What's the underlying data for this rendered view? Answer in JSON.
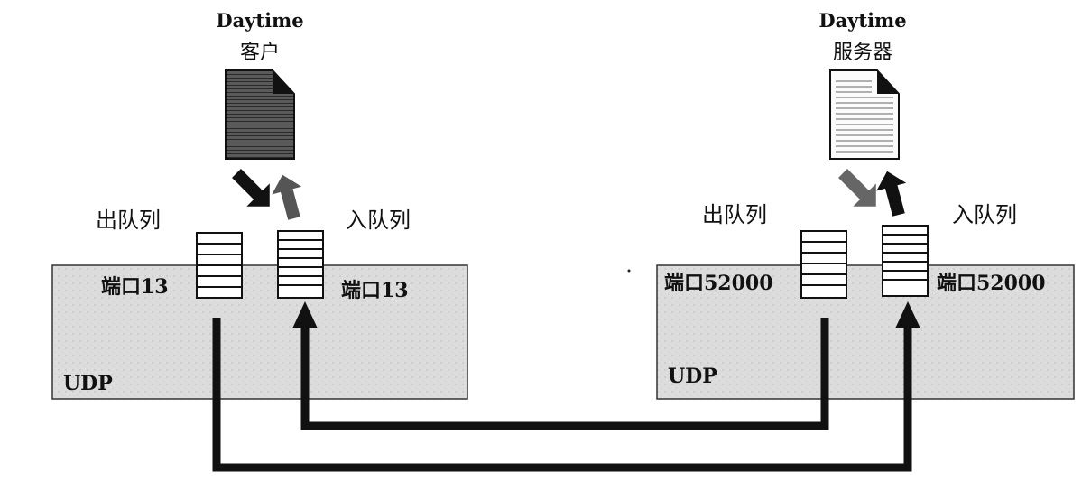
{
  "client": {
    "title": "Daytime",
    "subtitle": "客户",
    "out_queue_label": "出队列",
    "in_queue_label": "入队列",
    "out_port": "端口13",
    "in_port": "端口13",
    "protocol": "UDP"
  },
  "server": {
    "title": "Daytime",
    "subtitle": "服务器",
    "out_queue_label": "出队列",
    "in_queue_label": "入队列",
    "out_port": "端口52000",
    "in_port": "端口52000",
    "protocol": "UDP"
  }
}
